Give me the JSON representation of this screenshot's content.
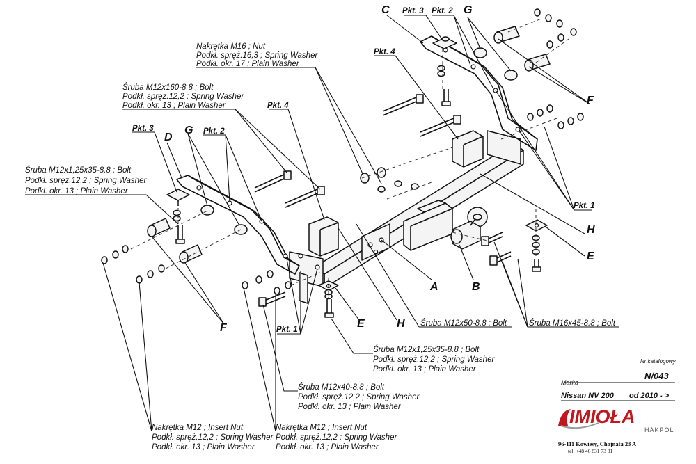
{
  "labels": {
    "nut_m16": {
      "title": "Nakrętka  M16 ; Nut",
      "line2": "Podkł. spręż.16,3 ; Spring Washer",
      "line3": "Podkł. okr. 17 ; Plain Washer"
    },
    "bolt_m12x160": {
      "title": "Śruba M12x160-8.8 ;  Bolt",
      "line2": "Podkł. spręż.12,2 ; Spring Washer",
      "line3": "Podkł. okr. 13 ; Plain Washer"
    },
    "bolt_m12x125x35_left": {
      "title": "Śruba M12x1,25x35-8.8 ;  Bolt",
      "line2": "Podkł. spręż.12,2 ; Spring Washer",
      "line3": "Podkł. okr. 13 ; Plain Washer"
    },
    "bolt_m12x125x35_mid": {
      "title": "Śruba M12x1,25x35-8.8 ;  Bolt",
      "line2": "Podkł. spręż.12,2 ; Spring Washer",
      "line3": "Podkł. okr. 13 ; Plain Washer"
    },
    "bolt_m12x40": {
      "title": "Śruba M12x40-8.8 ;  Bolt",
      "line2": "Podkł. spręż.12,2 ; Spring Washer",
      "line3": "Podkł. okr. 13 ; Plain Washer"
    },
    "insert_nut_left": {
      "title": "Nakrętka  M12 ; Insert Nut",
      "line2": "Podkł. spręż.12,2 ; Spring Washer",
      "line3": "Podkł. okr. 13 ; Plain Washer"
    },
    "insert_nut_right": {
      "title": "Nakrętka  M12 ; Insert Nut",
      "line2": "Podkł. spręż.12,2 ; Spring Washer",
      "line3": "Podkł. okr. 13 ; Plain Washer"
    },
    "bolt_m12x50": "Śruba M12x50-8.8 ;  Bolt",
    "bolt_m16x45": "Śruba M16x45-8.8 ;  Bolt"
  },
  "letters": {
    "a": "A",
    "b": "B",
    "c": "C",
    "d": "D",
    "e": "E",
    "f": "F",
    "g": "G",
    "h": "H"
  },
  "points": {
    "pkt1": "Pkt. 1",
    "pkt2": "Pkt. 2",
    "pkt3": "Pkt. 3",
    "pkt4": "Pkt. 4"
  },
  "info": {
    "catalog_label": "Nr katalogowy",
    "catalog_number": "N/043",
    "brand_label": "Marka",
    "model": "Nissan NV 200",
    "years": "od 2010 - >"
  },
  "company": {
    "logo_text": "IMIOŁA",
    "logo_sub": "HAKPOL",
    "address": "96-111 Kowiesy, Chojnata 23 A",
    "phone": "tel. +48 46 831 73 31",
    "brand_color": "#c0181e"
  }
}
